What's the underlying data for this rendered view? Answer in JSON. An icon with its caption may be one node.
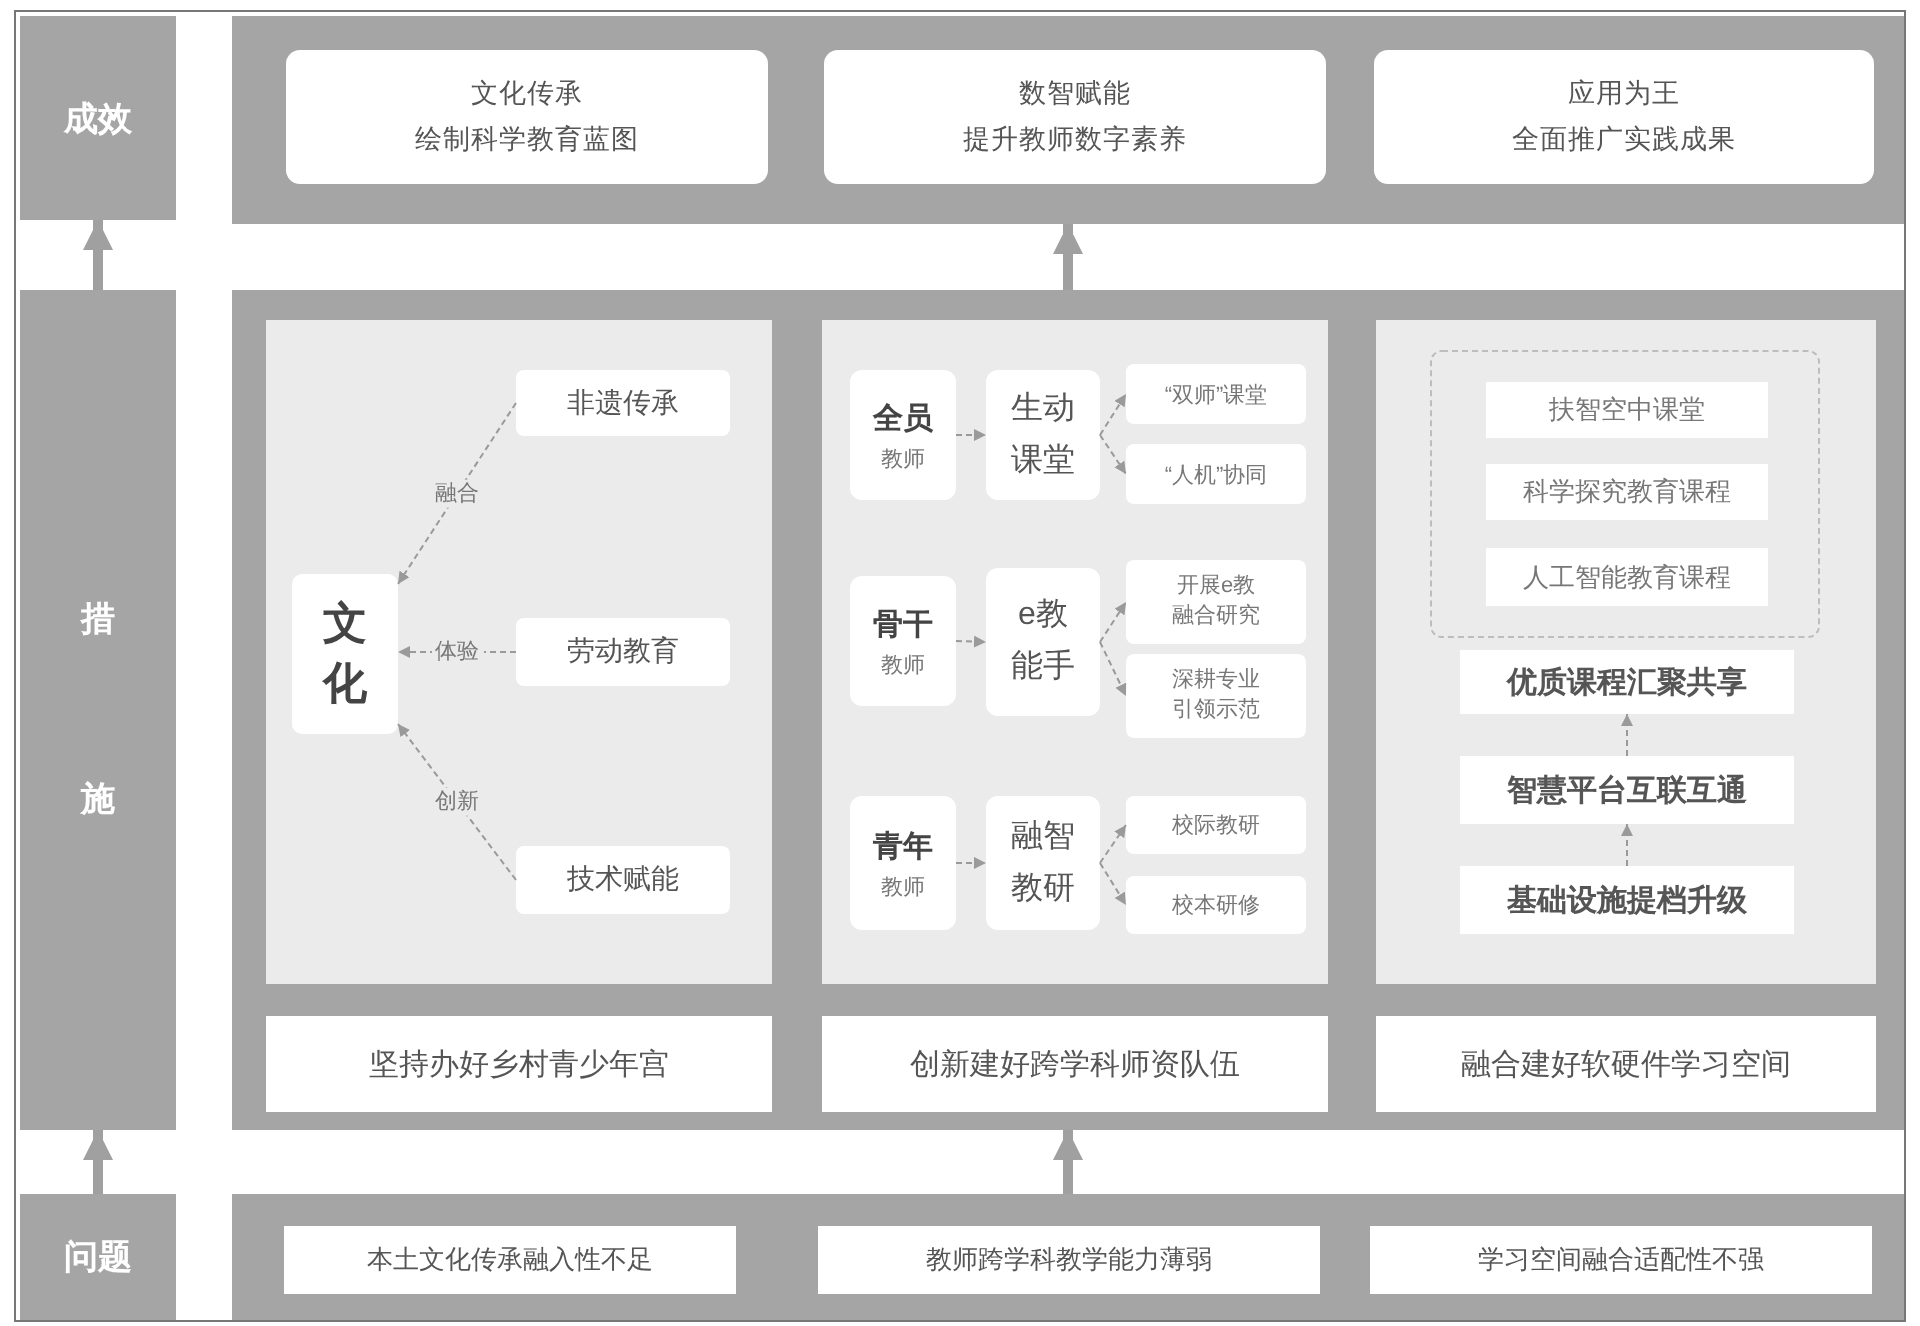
{
  "diagram": {
    "nodes": [
      {
        "text": [
          "成效"
        ]
      },
      {
        "text": [],
        "shape": "box"
      },
      {
        "text": [
          "文化传承",
          "绘制科学教育蓝图"
        ],
        "in": 1
      },
      {
        "text": [
          "数智赋能",
          "提升教师数字素养"
        ],
        "in": 1
      },
      {
        "text": [
          "应用为王",
          "全面推广实践成果"
        ],
        "in": 1
      },
      {
        "text": [
          "措施"
        ]
      },
      {
        "text": [],
        "shape": "box"
      },
      {
        "text": [],
        "shape": "box",
        "in": 6
      },
      {
        "text": [
          "文化"
        ],
        "in": 7
      },
      {
        "text": [
          "非遗传承"
        ],
        "in": 7
      },
      {
        "text": [
          "劳动教育"
        ],
        "in": 7
      },
      {
        "text": [
          "技术赋能"
        ],
        "in": 7
      },
      {
        "text": [
          "坚持办好乡村青少年宫"
        ],
        "in": 6
      },
      {
        "text": [],
        "shape": "box",
        "in": 6
      },
      {
        "text": [
          "全员",
          "教师"
        ],
        "in": 13
      },
      {
        "text": [
          "生动课堂"
        ],
        "in": 13
      },
      {
        "text": [
          "“双师”课堂"
        ],
        "in": 13
      },
      {
        "text": [
          "“人机”协同"
        ],
        "in": 13
      },
      {
        "text": [
          "骨干",
          "教师"
        ],
        "in": 13
      },
      {
        "text": [
          "e教能手"
        ],
        "in": 13
      },
      {
        "text": [
          "开展e教融合研究"
        ],
        "in": 13
      },
      {
        "text": [
          "深耕专业引领示范"
        ],
        "in": 13
      },
      {
        "text": [
          "青年",
          "教师"
        ],
        "in": 13
      },
      {
        "text": [
          "融智教研"
        ],
        "in": 13
      },
      {
        "text": [
          "校际教研"
        ],
        "in": 13
      },
      {
        "text": [
          "校本研修"
        ],
        "in": 13
      },
      {
        "text": [
          "创新建好跨学科师资队伍"
        ],
        "in": 6
      },
      {
        "text": [],
        "shape": "box",
        "in": 6
      },
      {
        "text": [],
        "shape": "box",
        "in": 27
      },
      {
        "text": [
          "扶智空中课堂"
        ],
        "in": 28
      },
      {
        "text": [
          "科学探究教育课程"
        ],
        "in": 28
      },
      {
        "text": [
          "人工智能教育课程"
        ],
        "in": 28
      },
      {
        "text": [
          "优质课程汇聚共享"
        ],
        "in": 27
      },
      {
        "text": [
          "智慧平台互联互通"
        ],
        "in": 27
      },
      {
        "text": [
          "基础设施提档升级"
        ],
        "in": 27
      },
      {
        "text": [
          "融合建好软硬件学习空间"
        ],
        "in": 6
      },
      {
        "text": [
          "问题"
        ]
      },
      {
        "text": [],
        "shape": "box"
      },
      {
        "text": [
          "本土文化传承融入性不足"
        ],
        "in": 37
      },
      {
        "text": [
          "教师跨学科教学能力薄弱"
        ],
        "in": 37
      },
      {
        "text": [
          "学习空间融合适配性不强"
        ],
        "in": 37
      }
    ],
    "edges": [
      {
        "from": 36,
        "to": 5,
        "arrow": "to",
        "style": "thick"
      },
      {
        "from": 5,
        "to": 0,
        "arrow": "to",
        "style": "thick"
      },
      {
        "from": 37,
        "to": 6,
        "arrow": "to",
        "style": "thick"
      },
      {
        "from": 6,
        "to": 1,
        "arrow": "to",
        "style": "thick"
      },
      {
        "from": 9,
        "to": 8,
        "arrow": "to",
        "label": "融合",
        "style": "dashed"
      },
      {
        "from": 10,
        "to": 8,
        "arrow": "to",
        "label": "体验",
        "style": "dashed"
      },
      {
        "from": 11,
        "to": 8,
        "arrow": "to",
        "label": "创新",
        "style": "dashed"
      },
      {
        "from": 14,
        "to": 15,
        "arrow": "to",
        "style": "dashed"
      },
      {
        "from": 15,
        "to": 16,
        "arrow": "to",
        "style": "dashed"
      },
      {
        "from": 15,
        "to": 17,
        "arrow": "to",
        "style": "dashed"
      },
      {
        "from": 18,
        "to": 19,
        "arrow": "to",
        "style": "dashed"
      },
      {
        "from": 19,
        "to": 20,
        "arrow": "to",
        "style": "dashed"
      },
      {
        "from": 19,
        "to": 21,
        "arrow": "to",
        "style": "dashed"
      },
      {
        "from": 22,
        "to": 23,
        "arrow": "to",
        "style": "dashed"
      },
      {
        "from": 23,
        "to": 24,
        "arrow": "to",
        "style": "dashed"
      },
      {
        "from": 23,
        "to": 25,
        "arrow": "to",
        "style": "dashed"
      },
      {
        "from": 34,
        "to": 33,
        "arrow": "to",
        "style": "dashed"
      },
      {
        "from": 33,
        "to": 32,
        "arrow": "to",
        "style": "dashed"
      }
    ]
  }
}
